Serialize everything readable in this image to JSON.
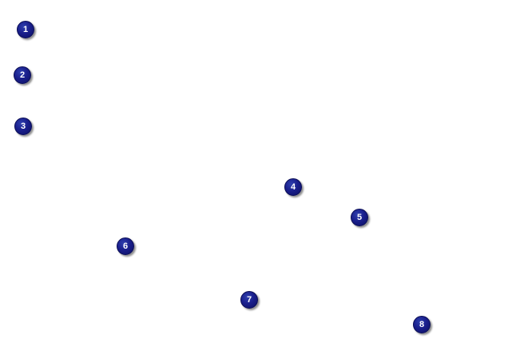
{
  "markers": [
    {
      "label": "1"
    },
    {
      "label": "2"
    },
    {
      "label": "3"
    },
    {
      "label": "4"
    },
    {
      "label": "5"
    },
    {
      "label": "6"
    },
    {
      "label": "7"
    },
    {
      "label": "8"
    }
  ],
  "colors": {
    "background": "#ffffff",
    "marker_fill": "#1a1f8c",
    "marker_text": "#ffffff"
  }
}
